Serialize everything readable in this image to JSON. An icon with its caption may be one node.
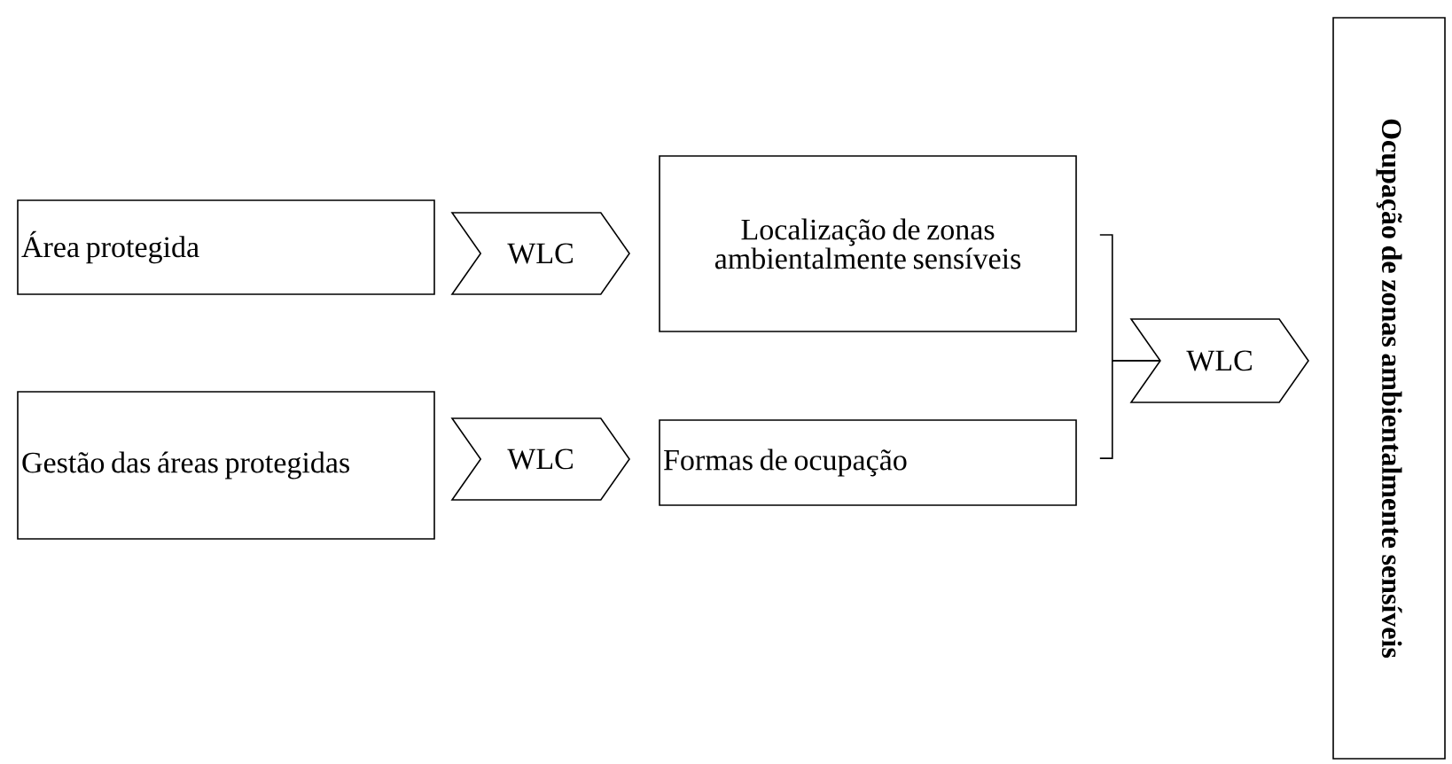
{
  "diagram": {
    "nodes": [
      {
        "text": [
          "Área protegida"
        ]
      },
      {
        "text": [
          "WLC"
        ]
      },
      {
        "text": [
          "Localização de zonas ambientalmente sensíveis"
        ]
      },
      {
        "text": [
          "Gestão das áreas protegidas"
        ]
      },
      {
        "text": [
          "WLC"
        ]
      },
      {
        "text": [
          "Formas de ocupação"
        ]
      },
      {
        "text": [
          "WLC"
        ]
      },
      {
        "text": [
          "Ocupação de zonas ambientalmente sensíveis"
        ]
      }
    ],
    "edges": [
      {
        "from": 2,
        "to": 6,
        "arrow": "none"
      },
      {
        "from": 5,
        "to": 6,
        "arrow": "none"
      }
    ]
  }
}
